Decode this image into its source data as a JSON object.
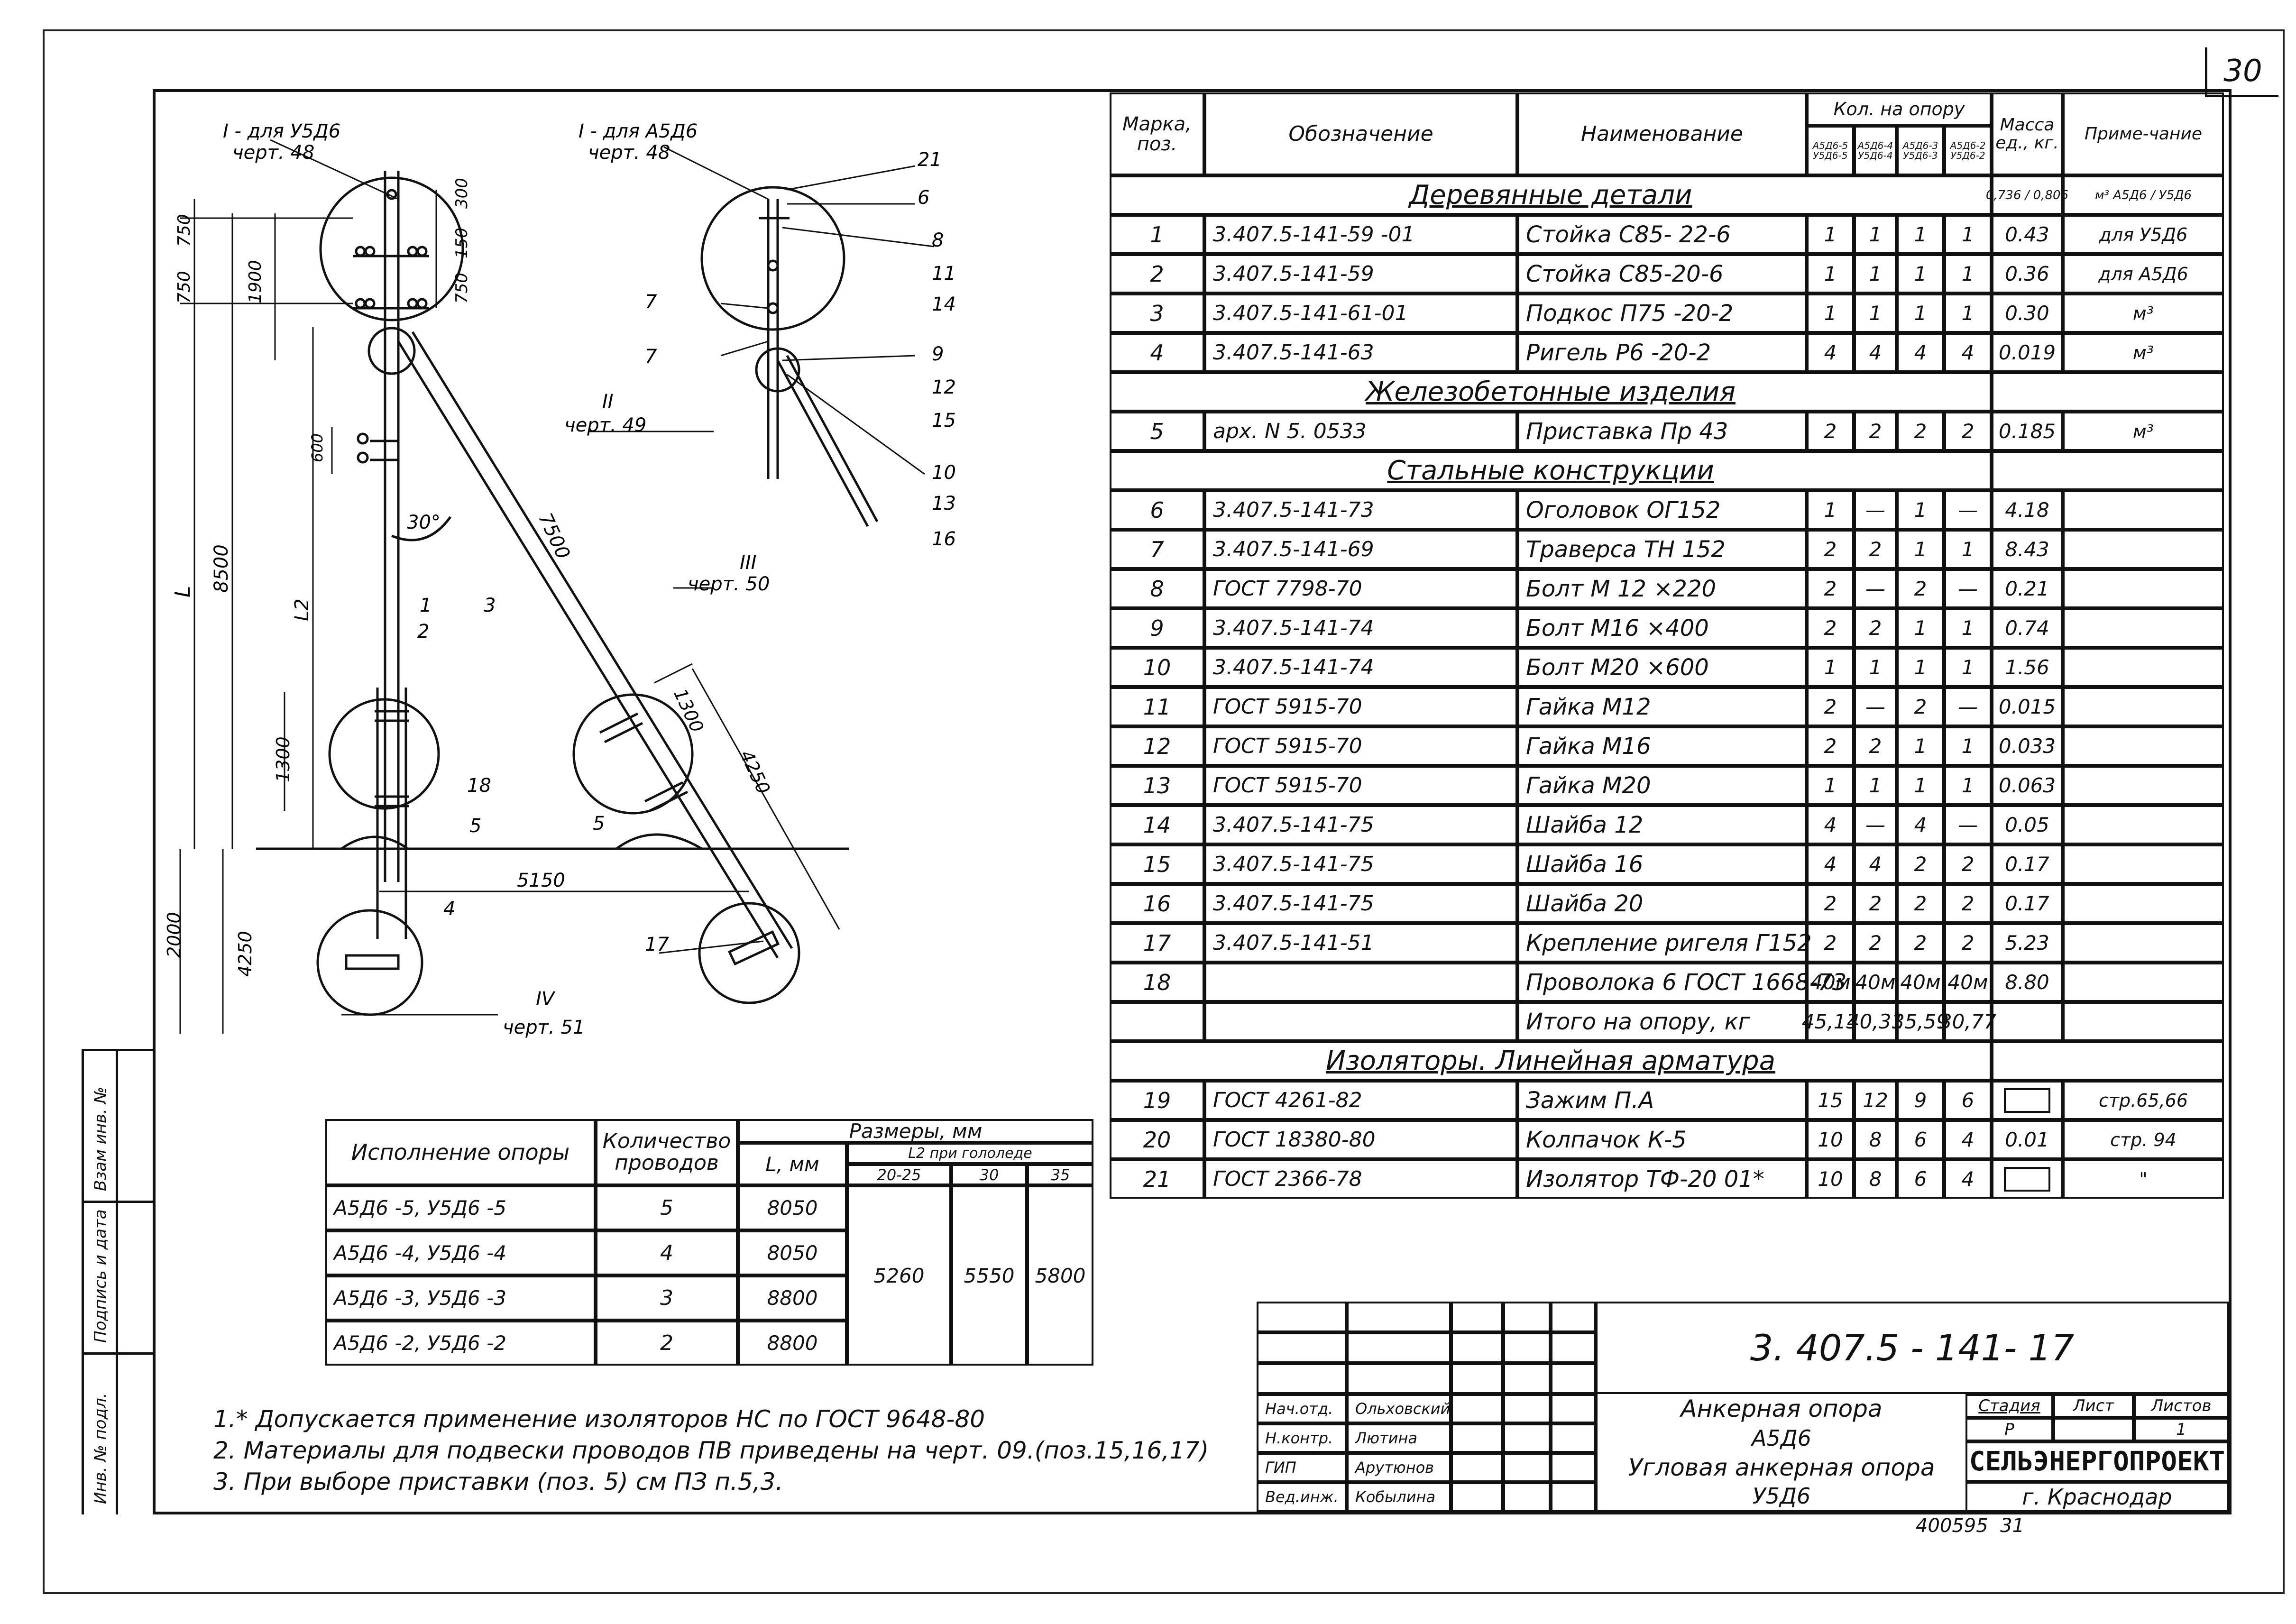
{
  "sheet_number": "30",
  "drawing": {
    "view1_title": "I - для У5Д6",
    "view1_ref": "черт. 48",
    "view2_title": "I - для А5Д6",
    "view2_ref": "черт. 48",
    "node2_label": "II",
    "node2_ref": "черт. 49",
    "node3_label": "III",
    "node3_ref": "черт. 50",
    "node4_label": "IV",
    "node4_ref": "черт. 51",
    "dims": {
      "d750a": "750",
      "d750b": "750",
      "d1900": "1900",
      "d300": "300",
      "d150": "150",
      "d750c": "750",
      "d600": "600",
      "d8500": "8500",
      "dL": "L",
      "dL2": "L2",
      "d30": "30°",
      "d7500": "7500",
      "d1300a": "1300",
      "d1300b": "1300",
      "d4250a": "4250",
      "d5150": "5150",
      "d4250b": "4250",
      "d2000": "2000"
    },
    "pos_labels": {
      "p1": "1",
      "p2": "2",
      "p3": "3",
      "p4": "4",
      "p5a": "5",
      "p5b": "5",
      "p18": "18",
      "p17": "17",
      "p21": "21",
      "p6": "6",
      "p8": "8",
      "p11": "11",
      "p14": "14",
      "p7a": "7",
      "p7b": "7",
      "p9": "9",
      "p12": "12",
      "p15": "15",
      "p10": "10",
      "p13": "13",
      "p16": "16"
    }
  },
  "spec": {
    "headers": {
      "mark": "Марка, поз.",
      "designation": "Обозначение",
      "name": "Наименование",
      "qty": "Кол. на опору",
      "qty_cols": [
        "А5Д6-5 У5Д6-5",
        "А5Д6-4 У5Д6-4",
        "А5Д6-3 У5Д6-3",
        "А5Д6-2 У5Д6-2"
      ],
      "mass": "Масса ед., кг.",
      "note": "Приме-чание"
    },
    "rows": [
      {
        "kind": "section",
        "title": "Деревянные детали",
        "mass": "0,736 / 0,806",
        "note": "м³ А5Д6 / У5Д6"
      },
      {
        "pos": "1",
        "des": "3.407.5-141-59 -01",
        "name": "Стойка С85- 22-6",
        "q": [
          "1",
          "1",
          "1",
          "1"
        ],
        "mass": "0.43",
        "note": "для У5Д6"
      },
      {
        "pos": "2",
        "des": "3.407.5-141-59",
        "name": "Стойка С85-20-6",
        "q": [
          "1",
          "1",
          "1",
          "1"
        ],
        "mass": "0.36",
        "note": "для А5Д6"
      },
      {
        "pos": "3",
        "des": "3.407.5-141-61-01",
        "name": "Подкос П75 -20-2",
        "q": [
          "1",
          "1",
          "1",
          "1"
        ],
        "mass": "0.30",
        "note": "м³"
      },
      {
        "pos": "4",
        "des": "3.407.5-141-63",
        "name": "Ригель Р6 -20-2",
        "q": [
          "4",
          "4",
          "4",
          "4"
        ],
        "mass": "0.019",
        "note": "м³"
      },
      {
        "kind": "section",
        "title": "Железобетонные изделия"
      },
      {
        "pos": "5",
        "des": "арх. N 5. 0533",
        "name": "Приставка Пр 43",
        "q": [
          "2",
          "2",
          "2",
          "2"
        ],
        "mass": "0.185",
        "note": "м³"
      },
      {
        "kind": "section",
        "title": "Стальные конструкции"
      },
      {
        "pos": "6",
        "des": "3.407.5-141-73",
        "name": "Оголовок ОГ152",
        "q": [
          "1",
          "—",
          "1",
          "—"
        ],
        "mass": "4.18",
        "note": ""
      },
      {
        "pos": "7",
        "des": "3.407.5-141-69",
        "name": "Траверса ТН 152",
        "q": [
          "2",
          "2",
          "1",
          "1"
        ],
        "mass": "8.43",
        "note": ""
      },
      {
        "pos": "8",
        "des": "ГОСТ 7798-70",
        "name": "Болт М 12 ×220",
        "q": [
          "2",
          "—",
          "2",
          "—"
        ],
        "mass": "0.21",
        "note": ""
      },
      {
        "pos": "9",
        "des": "3.407.5-141-74",
        "name": "Болт М16 ×400",
        "q": [
          "2",
          "2",
          "1",
          "1"
        ],
        "mass": "0.74",
        "note": ""
      },
      {
        "pos": "10",
        "des": "3.407.5-141-74",
        "name": "Болт М20 ×600",
        "q": [
          "1",
          "1",
          "1",
          "1"
        ],
        "mass": "1.56",
        "note": ""
      },
      {
        "pos": "11",
        "des": "ГОСТ 5915-70",
        "name": "Гайка М12",
        "q": [
          "2",
          "—",
          "2",
          "—"
        ],
        "mass": "0.015",
        "note": ""
      },
      {
        "pos": "12",
        "des": "ГОСТ 5915-70",
        "name": "Гайка М16",
        "q": [
          "2",
          "2",
          "1",
          "1"
        ],
        "mass": "0.033",
        "note": ""
      },
      {
        "pos": "13",
        "des": "ГОСТ 5915-70",
        "name": "Гайка М20",
        "q": [
          "1",
          "1",
          "1",
          "1"
        ],
        "mass": "0.063",
        "note": ""
      },
      {
        "pos": "14",
        "des": "3.407.5-141-75",
        "name": "Шайба 12",
        "q": [
          "4",
          "—",
          "4",
          "—"
        ],
        "mass": "0.05",
        "note": ""
      },
      {
        "pos": "15",
        "des": "3.407.5-141-75",
        "name": "Шайба 16",
        "q": [
          "4",
          "4",
          "2",
          "2"
        ],
        "mass": "0.17",
        "note": ""
      },
      {
        "pos": "16",
        "des": "3.407.5-141-75",
        "name": "Шайба 20",
        "q": [
          "2",
          "2",
          "2",
          "2"
        ],
        "mass": "0.17",
        "note": ""
      },
      {
        "pos": "17",
        "des": "3.407.5-141-51",
        "name": "Крепление ригеля Г152",
        "q": [
          "2",
          "2",
          "2",
          "2"
        ],
        "mass": "5.23",
        "note": ""
      },
      {
        "pos": "18",
        "des": "",
        "name": "Проволока 6 ГОСТ 1668-73",
        "q": [
          "40м",
          "40м",
          "40м",
          "40м"
        ],
        "mass": "8.80",
        "note": ""
      },
      {
        "pos": "",
        "des": "",
        "name": "Итого на опору, кг",
        "q": [
          "45,13",
          "40,31",
          "35,59",
          "30,77"
        ],
        "mass": "",
        "note": ""
      },
      {
        "kind": "section",
        "title": "Изоляторы. Линейная арматура"
      },
      {
        "pos": "19",
        "des": "ГОСТ 4261-82",
        "name": "Зажим П.А",
        "q": [
          "15",
          "12",
          "9",
          "6"
        ],
        "mass": "",
        "note": "стр.65,66"
      },
      {
        "pos": "20",
        "des": "ГОСТ 18380-80",
        "name": "Колпачок К-5",
        "q": [
          "10",
          "8",
          "6",
          "4"
        ],
        "mass": "0.01",
        "note": "стр. 94"
      },
      {
        "pos": "21",
        "des": "ГОСТ 2366-78",
        "name": "Изолятор ТФ-20 01*",
        "q": [
          "10",
          "8",
          "6",
          "4"
        ],
        "mass": "",
        "note": "\""
      }
    ]
  },
  "variants": {
    "headers": {
      "execution": "Исполнение опоры",
      "wires": "Количество проводов",
      "sizes": "Размеры, мм",
      "L": "L, мм",
      "L2": "L2 при гололеде",
      "ice": [
        "20-25",
        "30",
        "35"
      ]
    },
    "rows": [
      {
        "ex": "А5Д6 -5,  У5Д6 -5",
        "w": "5",
        "L": "8050"
      },
      {
        "ex": "А5Д6 -4,  У5Д6 -4",
        "w": "4",
        "L": "8050"
      },
      {
        "ex": "А5Д6 -3,  У5Д6 -3",
        "w": "3",
        "L": "8800"
      },
      {
        "ex": "А5Д6 -2,  У5Д6 -2",
        "w": "2",
        "L": "8800"
      }
    ],
    "L2_values": [
      "5260",
      "5550",
      "5800"
    ]
  },
  "notes": [
    "1.* Допускается применение изоляторов НС по ГОСТ 9648-80",
    "2. Материалы для подвески проводов ПВ приведены на черт. 09.(поз.15,16,17)",
    "3. При выборе приставки (поз. 5) см ПЗ п.5,3."
  ],
  "title_block": {
    "code": "3. 407.5 - 141- 17",
    "roles": [
      "Нач.отд.",
      "Н.контр.",
      "ГИП",
      "Вед.инж."
    ],
    "names": [
      "Ольховский",
      "Лютина",
      "Арутюнов",
      "Кобылина"
    ],
    "title1": "Анкерная опора",
    "title2": "А5Д6",
    "title3": "Угловая анкерная опора",
    "title4": "У5Д6",
    "stage_h": "Стадия",
    "sheet_h": "Лист",
    "sheets_h": "Листов",
    "stage": "Р",
    "sheet": "",
    "sheets": "1",
    "org": "СЕЛЬЭНЕРГОПРОЕКТ",
    "city": "г. Краснодар",
    "inv": "400595  31"
  },
  "margin_labels": [
    "Инв. № подл.",
    "Подпись и дата",
    "Взам инв. №"
  ]
}
